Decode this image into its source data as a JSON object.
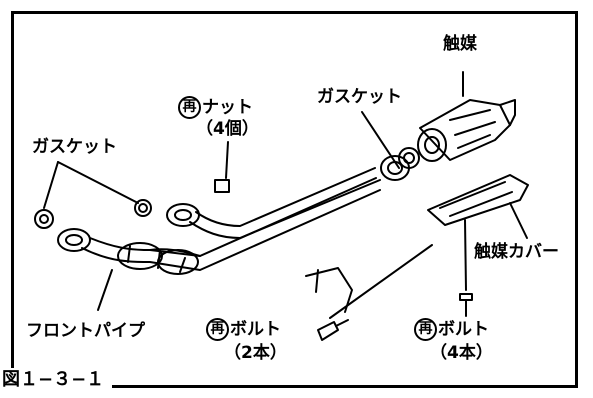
{
  "labels": {
    "catalyst": "触媒",
    "gasket_top": "ガスケット",
    "nut": "ナット",
    "nut_qty": "（4個）",
    "gasket_left": "ガスケット",
    "catalyst_cover": "触媒カバー",
    "front_pipe": "フロントパイプ",
    "bolt_left": "ボルト",
    "bolt_left_qty": "（2本）",
    "bolt_right": "ボルト",
    "bolt_right_qty": "（4本）",
    "reuse_mark": "再"
  },
  "caption": "図１−３−１"
}
